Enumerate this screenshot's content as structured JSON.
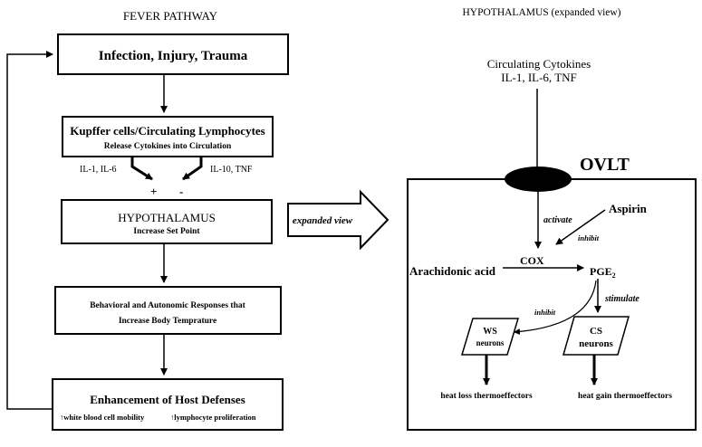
{
  "left": {
    "heading": "FEVER PATHWAY",
    "box1": "Infection, Injury, Trauma",
    "box2_title": "Kupffer cells/Circulating Lymphocytes",
    "box2_sub": "Release Cytokines into Circulation",
    "label_pos": "IL-1, IL-6",
    "label_neg": "IL-10, TNF",
    "plus": "+",
    "minus": "-",
    "box3_title": "HYPOTHALAMUS",
    "box3_sub": "Increase Set Point",
    "box4_line1": "Behavioral and Autonomic Responses that",
    "box4_line2": "Increase Body Temprature",
    "box5_title": "Enhancement of Host Defenses",
    "box5_sub_a": "↑white blood cell mobility",
    "box5_sub_b": "↑lymphocyte proliferation"
  },
  "middle": {
    "arrow_label": "expanded view"
  },
  "right": {
    "heading": "HYPOTHALAMUS (expanded view)",
    "cytokines_line1": "Circulating Cytokines",
    "cytokines_line2": "IL-1, IL-6, TNF",
    "ovlt": "OVLT",
    "activate": "activate",
    "aspirin": "Aspirin",
    "inhibit1": "inhibit",
    "cox": "COX",
    "arachidonic": "Arachidonic acid",
    "pge": "PGE",
    "pge_sub": "2",
    "stimulate": "stimulate",
    "inhibit2": "inhibit",
    "ws_line1": "WS",
    "ws_line2": "neurons",
    "cs_line1": "CS",
    "cs_line2": "neurons",
    "heat_loss": "heat loss thermoeffectors",
    "heat_gain": "heat gain thermoeffectors"
  }
}
